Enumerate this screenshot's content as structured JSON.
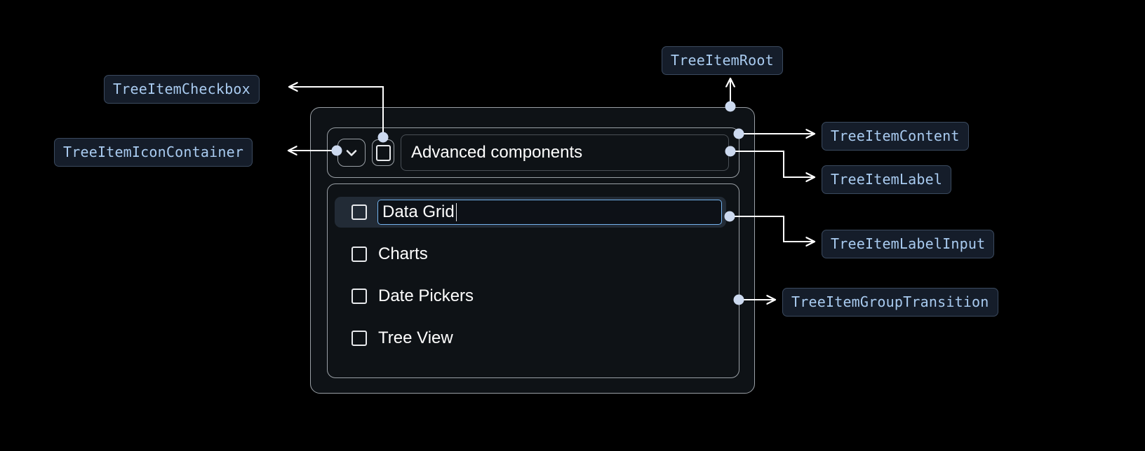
{
  "theme": {
    "page_background": "#000000",
    "chip_background": "#151d2a",
    "chip_border": "#3b4a5f",
    "chip_text": "#a9cbf0",
    "container_border": "#9aa0a6",
    "container_background": "#0e1216",
    "selected_row_background": "#222b36",
    "focus_border": "#74b3ee",
    "text_primary": "#ffffff",
    "connector_stroke": "#ffffff",
    "connector_dot": "#ccd9ef"
  },
  "annotations": [
    {
      "id": "tree-item-checkbox",
      "label": "TreeItemCheckbox"
    },
    {
      "id": "tree-item-icon-container",
      "label": "TreeItemIconContainer"
    },
    {
      "id": "tree-item-root",
      "label": "TreeItemRoot"
    },
    {
      "id": "tree-item-content",
      "label": "TreeItemContent"
    },
    {
      "id": "tree-item-label",
      "label": "TreeItemLabel"
    },
    {
      "id": "tree-item-label-input",
      "label": "TreeItemLabelInput"
    },
    {
      "id": "tree-item-group-transition",
      "label": "TreeItemGroupTransition"
    }
  ],
  "tree": {
    "root": {
      "label": "Advanced components",
      "expand_icon": "chevron-down-icon",
      "checkbox_state": "unchecked"
    },
    "items": [
      {
        "label": "Data Grid",
        "checkbox_state": "unchecked",
        "editing": true,
        "selected": true
      },
      {
        "label": "Charts",
        "checkbox_state": "unchecked",
        "editing": false,
        "selected": false
      },
      {
        "label": "Date Pickers",
        "checkbox_state": "unchecked",
        "editing": false,
        "selected": false
      },
      {
        "label": "Tree View",
        "checkbox_state": "unchecked",
        "editing": false,
        "selected": false
      }
    ]
  },
  "editor": {
    "value": "Data Grid",
    "caret_visible": true
  }
}
